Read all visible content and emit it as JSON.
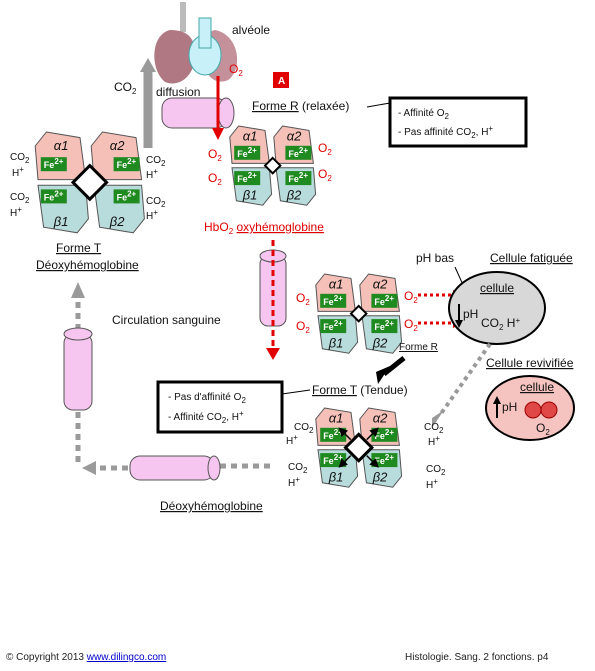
{
  "colors": {
    "alpha_subunit": "#f4c0b8",
    "beta_subunit": "#b8dcdc",
    "heme_box": "#1f8a1f",
    "oxygen_red": "#e00000",
    "tube_pink": "#f6c6f0",
    "arrow_gray": "#9a9a9a",
    "cell_gray": "#d8d8d8",
    "cell_pink": "#f6c4c0"
  },
  "labels": {
    "alveole": "alvéole",
    "o2": "O",
    "o2_sub": "2",
    "co2": "CO",
    "co2_sub": "2",
    "h_plus": "H",
    "plus": "+",
    "diffusion": "diffusion",
    "badge_a": "A",
    "forme_r": "Forme R",
    "relaxee": " (relaxée)",
    "affinite_o2": "- Affinité O",
    "pas_affinite_co2": "- Pas affinité CO",
    "h_plus_tail": ", H",
    "forme_t": "Forme T",
    "deoxy_title": "Déoxyhémoglobine",
    "hbo2": "HbO",
    "oxy": "oxyhémoglobine",
    "ph_bas": "pH bas",
    "cellule_fatiguee": "Cellule fatiguée",
    "cellule": "cellule",
    "ph": "pH",
    "circulation": "Circulation sanguine",
    "forme_r_small": "Forme R",
    "cellule_revivifiee": "Cellule revivifiée",
    "tendue": " (Tendue)",
    "pas_affinite_o2": "- Pas d'affinité O",
    "affinite_co2": "- Affinité CO",
    "deoxy_bottom": "Déoxyhémoglobine",
    "alpha1": "α1",
    "alpha2": "α2",
    "beta1": "β1",
    "beta2": "β2",
    "fe": "Fe",
    "fe_sup": "2+"
  },
  "footer": {
    "copyright": "© Copyright 2013",
    "site": "www.dilingco.com",
    "page": "Histologie. Sang. 2 fonctions.  p4"
  }
}
